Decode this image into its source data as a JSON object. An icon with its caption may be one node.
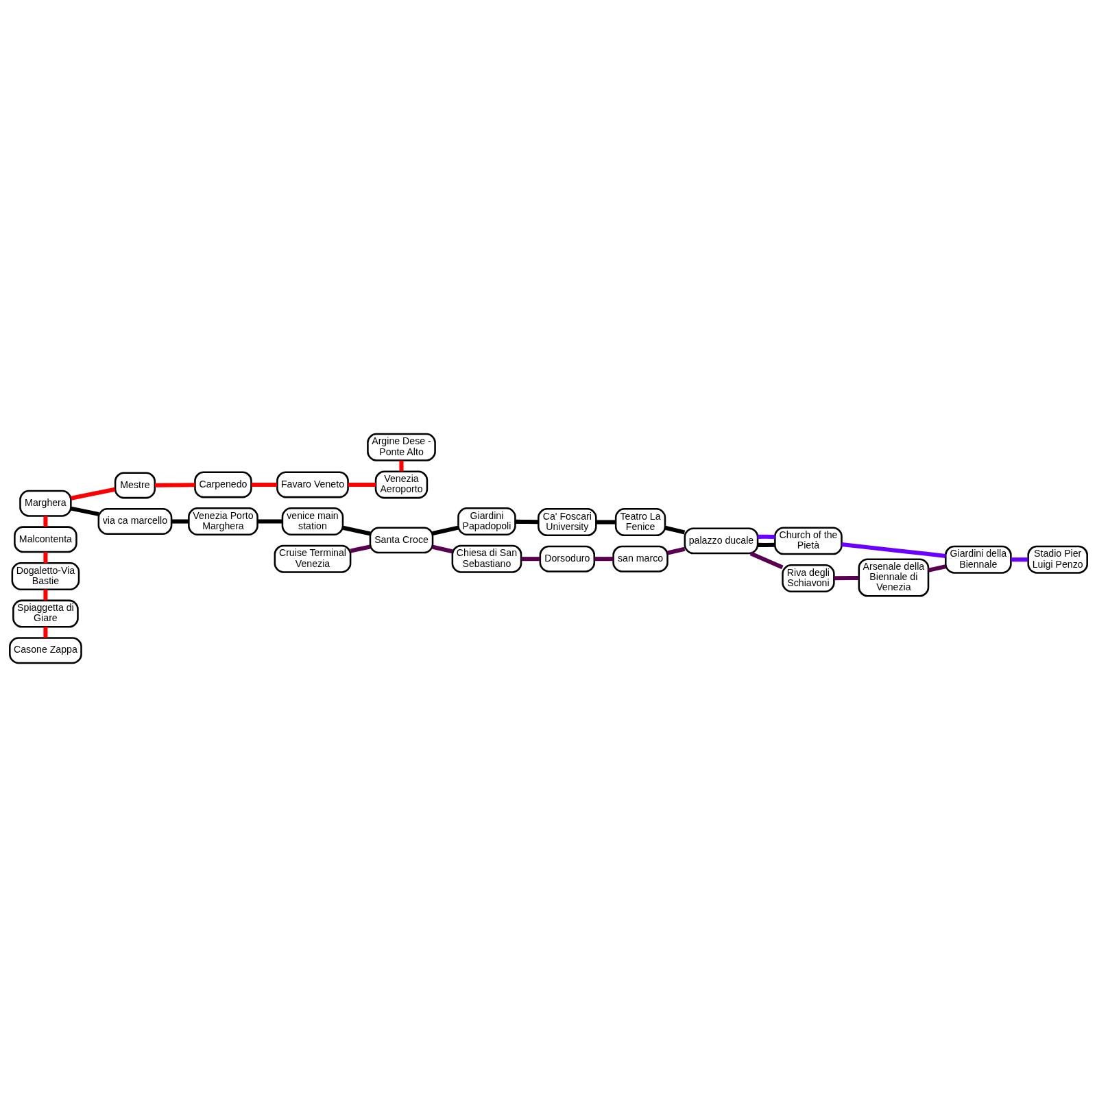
{
  "diagram": {
    "nodes": [
      {
        "text": [
          "Argine Dese - Ponte Alto"
        ]
      },
      {
        "text": [
          "Venezia Aeroporto"
        ]
      },
      {
        "text": [
          "Mestre"
        ]
      },
      {
        "text": [
          "Carpenedo"
        ]
      },
      {
        "text": [
          "Favaro Veneto"
        ]
      },
      {
        "text": [
          "via ca marcello"
        ]
      },
      {
        "text": [
          "Venezia Porto Marghera"
        ]
      },
      {
        "text": [
          "venice main station"
        ]
      },
      {
        "text": [
          "Santa Croce"
        ]
      },
      {
        "text": [
          "Giardini Papadopoli"
        ]
      },
      {
        "text": [
          "Ca' Foscari University"
        ]
      },
      {
        "text": [
          "Teatro La Fenice"
        ]
      },
      {
        "text": [
          "Church of the Pietà"
        ]
      },
      {
        "text": [
          "Stadio Pier Luigi Penzo"
        ]
      },
      {
        "text": [
          "Cruise Terminal Venezia"
        ]
      },
      {
        "text": [
          "Marghera"
        ]
      },
      {
        "text": [
          "Malcontenta"
        ]
      },
      {
        "text": [
          "Dogaletto-Via Bastie"
        ]
      },
      {
        "text": [
          "Spiaggetta di Giare"
        ]
      },
      {
        "text": [
          "Casone Zappa"
        ]
      },
      {
        "text": [
          "Chiesa di San Sebastiano"
        ]
      },
      {
        "text": [
          "Dorsoduro"
        ]
      },
      {
        "text": [
          "san marco"
        ]
      },
      {
        "text": [
          "palazzo ducale"
        ]
      },
      {
        "text": [
          "Riva degli Schiavoni"
        ]
      },
      {
        "text": [
          "Arsenale della Biennale di Venezia"
        ]
      },
      {
        "text": [
          "Giardini della Biennale"
        ]
      }
    ],
    "edges": [
      {
        "from": 0,
        "to": 1,
        "arrow": "none",
        "color": "#ff0000"
      },
      {
        "from": 4,
        "to": 1,
        "arrow": "none",
        "color": "#ff0000"
      },
      {
        "from": 3,
        "to": 4,
        "arrow": "none",
        "color": "#ff0000"
      },
      {
        "from": 2,
        "to": 3,
        "arrow": "none",
        "color": "#ff0000"
      },
      {
        "from": 15,
        "to": 2,
        "arrow": "none",
        "color": "#ff0000"
      },
      {
        "from": 15,
        "to": 16,
        "arrow": "none",
        "color": "#ff0000"
      },
      {
        "from": 16,
        "to": 17,
        "arrow": "none",
        "color": "#ff0000"
      },
      {
        "from": 17,
        "to": 18,
        "arrow": "none",
        "color": "#ff0000"
      },
      {
        "from": 18,
        "to": 19,
        "arrow": "none",
        "color": "#ff0000"
      },
      {
        "from": 15,
        "to": 5,
        "arrow": "none",
        "color": "#000000"
      },
      {
        "from": 5,
        "to": 6,
        "arrow": "none",
        "color": "#000000"
      },
      {
        "from": 6,
        "to": 7,
        "arrow": "none",
        "color": "#000000"
      },
      {
        "from": 7,
        "to": 8,
        "arrow": "none",
        "color": "#000000"
      },
      {
        "from": 8,
        "to": 9,
        "arrow": "none",
        "color": "#000000"
      },
      {
        "from": 9,
        "to": 10,
        "arrow": "none",
        "color": "#000000"
      },
      {
        "from": 10,
        "to": 11,
        "arrow": "none",
        "color": "#000000"
      },
      {
        "from": 11,
        "to": 23,
        "arrow": "none",
        "color": "#000000"
      },
      {
        "from": 23,
        "to": 12,
        "arrow": "none",
        "color": "#000000"
      },
      {
        "from": 14,
        "to": 8,
        "arrow": "none",
        "color": "#5a0050"
      },
      {
        "from": 8,
        "to": 20,
        "arrow": "none",
        "color": "#5a0050"
      },
      {
        "from": 20,
        "to": 21,
        "arrow": "none",
        "color": "#5a0050"
      },
      {
        "from": 21,
        "to": 22,
        "arrow": "none",
        "color": "#5a0050"
      },
      {
        "from": 22,
        "to": 23,
        "arrow": "none",
        "color": "#5a0050"
      },
      {
        "from": 23,
        "to": 24,
        "arrow": "none",
        "color": "#5a0050"
      },
      {
        "from": 24,
        "to": 25,
        "arrow": "none",
        "color": "#5a0050"
      },
      {
        "from": 25,
        "to": 26,
        "arrow": "none",
        "color": "#5a0050"
      },
      {
        "from": 23,
        "to": 12,
        "arrow": "none",
        "color": "#6a00ff"
      },
      {
        "from": 12,
        "to": 26,
        "arrow": "none",
        "color": "#6a00ff"
      },
      {
        "from": 26,
        "to": 13,
        "arrow": "none",
        "color": "#6a00ff"
      }
    ]
  }
}
